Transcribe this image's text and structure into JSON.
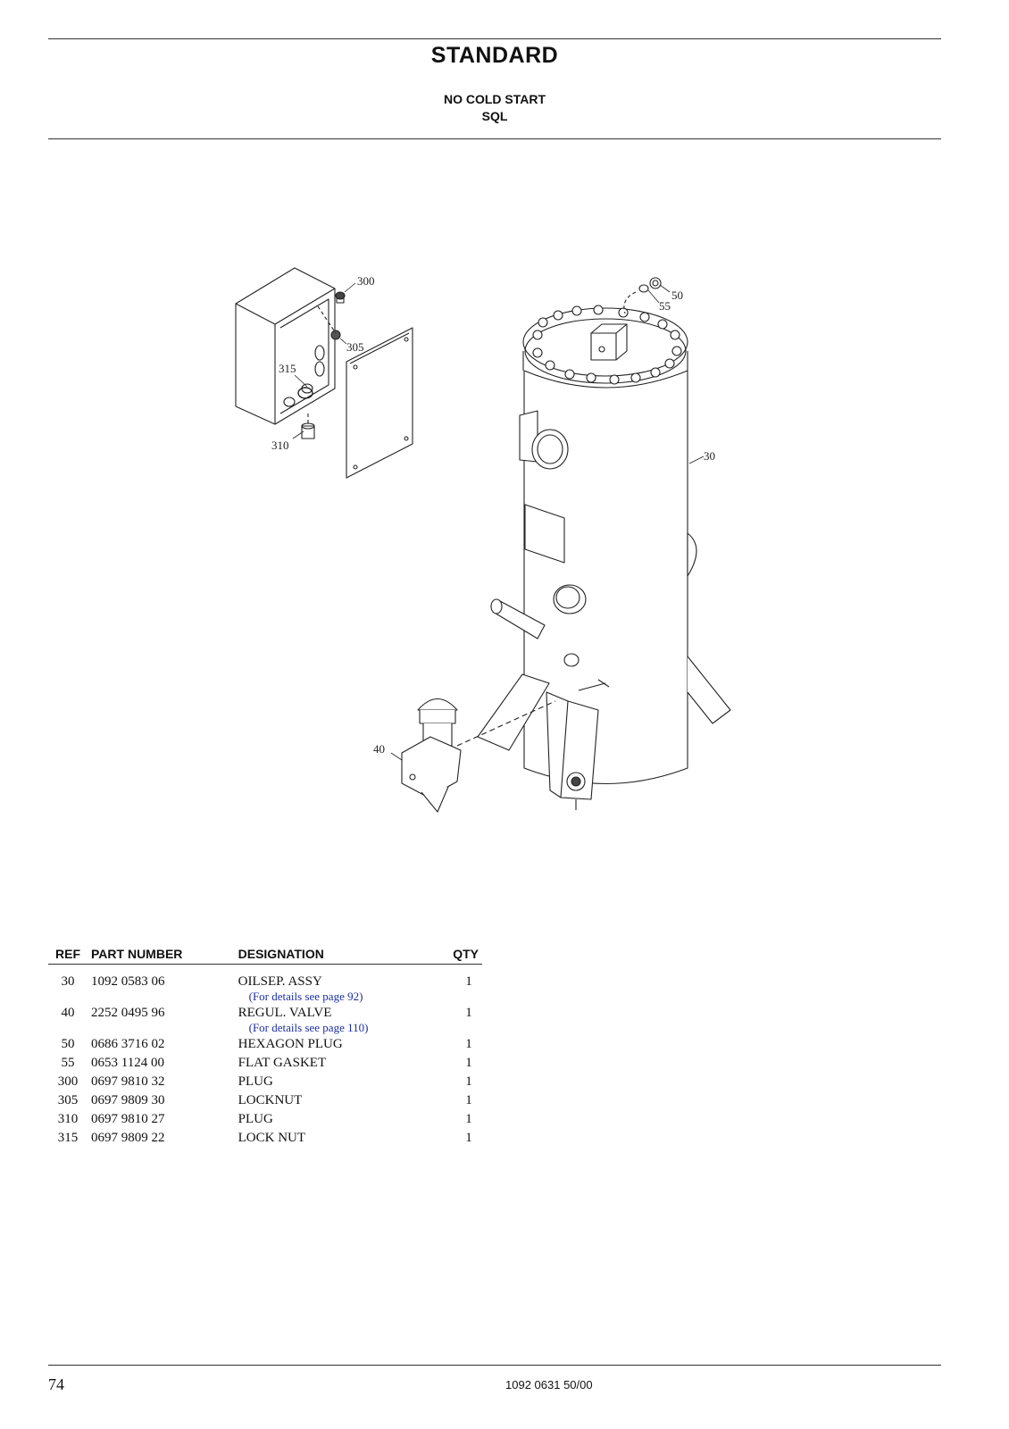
{
  "header": {
    "title": "STANDARD",
    "subtitle1": "NO COLD START",
    "subtitle2": "SQL"
  },
  "diagram": {
    "callouts": [
      "300",
      "305",
      "315",
      "310",
      "50",
      "55",
      "30",
      "40"
    ]
  },
  "table": {
    "headers": {
      "ref": "REF",
      "part_number": "PART NUMBER",
      "designation": "DESIGNATION",
      "qty": "QTY"
    },
    "rows": [
      {
        "ref": "30",
        "part_number": "1092 0583 06",
        "designation": "OILSEP. ASSY",
        "note": "(For details see page 92)",
        "qty": "1"
      },
      {
        "ref": "40",
        "part_number": "2252 0495 96",
        "designation": "REGUL. VALVE",
        "note": "(For details see page 110)",
        "qty": "1"
      },
      {
        "ref": "50",
        "part_number": "0686 3716 02",
        "designation": "HEXAGON PLUG",
        "note": "",
        "qty": "1"
      },
      {
        "ref": "55",
        "part_number": "0653 1124 00",
        "designation": "FLAT GASKET",
        "note": "",
        "qty": "1"
      },
      {
        "ref": "300",
        "part_number": "0697 9810 32",
        "designation": "PLUG",
        "note": "",
        "qty": "1"
      },
      {
        "ref": "305",
        "part_number": "0697 9809 30",
        "designation": "LOCKNUT",
        "note": "",
        "qty": "1"
      },
      {
        "ref": "310",
        "part_number": "0697 9810 27",
        "designation": "PLUG",
        "note": "",
        "qty": "1"
      },
      {
        "ref": "315",
        "part_number": "0697 9809 22",
        "designation": "LOCK NUT",
        "note": "",
        "qty": "1"
      }
    ]
  },
  "footer": {
    "page_number": "74",
    "doc_number": "1092 0631 50/00"
  }
}
